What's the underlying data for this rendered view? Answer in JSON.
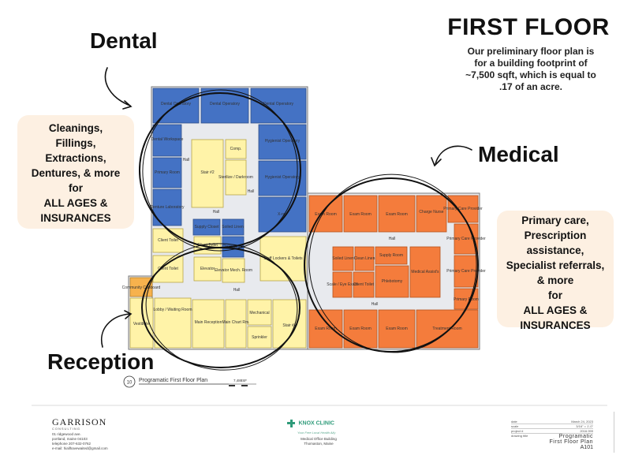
{
  "title": "FIRST FLOOR",
  "subtitle": [
    "Our preliminary floor plan is",
    "for a building footprint of",
    "~7,500 sqft, which is equal to",
    ".17 of an acre."
  ],
  "sections": {
    "dental": {
      "label": "Dental",
      "services": [
        "Cleanings,",
        "Fillings,",
        "Extractions,",
        "Dentures, & more",
        "for",
        "ALL AGES &",
        "INSURANCES"
      ]
    },
    "medical": {
      "label": "Medical",
      "services": [
        "Primary care,",
        "Prescription",
        "assistance,",
        "Specialist referrals,",
        "& more",
        "for",
        "ALL AGES &",
        "INSURANCES"
      ]
    },
    "reception": {
      "label": "Reception"
    }
  },
  "plan": {
    "caption_number": "10",
    "caption": "Programatic First Floor Plan",
    "area": "7,488SF",
    "colors": {
      "dental": "#4472c4",
      "medical": "#f47c3c",
      "common": "#fff3a8",
      "circulation": "#e8eaee",
      "community": "#f7b24d"
    },
    "rooms": {
      "dental_op_1": "Dental Operatory",
      "dental_op_2": "Dental Operatory",
      "dental_op_3": "Dental Operatory",
      "dental_workspace": "Dental Workspace",
      "hygienist_op_1": "Hygienist Operatory",
      "hygienist_op_2": "Hygienist Operatory",
      "primary_room_dental": "Primary Room",
      "denture_lab": "Denture Laboratory",
      "stair_2": "Stair #2",
      "comp": "Comp.",
      "sterilize": "Sterilize / Darkroom",
      "supply_closet": "Supply Closet",
      "soiled_linen": "Soiled Linen",
      "clean_linen": "Clean Linen",
      "x_ray": "X-ray",
      "hall_1": "Hall",
      "hall_2": "Hall",
      "hall_3": "Hall",
      "hall_4": "Hall",
      "hall_5": "Hall",
      "hall_6": "Hall",
      "client_toilet_1": "Client Toilet",
      "client_toilet_2": "Client Toilet",
      "client_toilet_3": "Client Toilet",
      "elevator": "Elevator",
      "elevator_mech": "Elevator Mech. Room",
      "staff_lockers": "Staff Lockers & Toilets",
      "community_cupboard": "Community Cupboard",
      "lobby": "Lobby / Waiting Room",
      "vestibule": "Vestibule",
      "main_reception": "Main Reception",
      "main_chart": "Main Chart Rm.",
      "mechanical": "Mechanical",
      "sprinkler": "Sprinkler",
      "stair_1": "Stair #1",
      "exam_1": "Exam Room",
      "exam_2": "Exam Room",
      "exam_3": "Exam Room",
      "exam_4": "Exam Room",
      "exam_5": "Exam Room",
      "exam_6": "Exam Room",
      "charge_nurse": "Charge Nurse",
      "pcp_1": "Primary Care Provider",
      "pcp_2": "Primary Care Provider",
      "pcp_3": "Primary Care Provider",
      "primary_room_med": "Primary Room",
      "soiled_linen_med": "Soiled Linen",
      "clean_linen_med": "Clean Linen",
      "supply_room": "Supply Room",
      "medical_assist": "Medical Assist's",
      "scale_eye": "Scale / Eye Exam",
      "client_toilet_med": "Client Toilet",
      "phlebotomy": "Phlebotomy",
      "treatment": "Treatment Room"
    }
  },
  "footer": {
    "firm": "GARRISON",
    "firm_sub": "CONSULTING",
    "firm_contact": [
      "01 ridgewood ave.",
      "portland, maine 04103",
      "telephone 207-632-0762",
      "e-mail: hiallhavewaited@gmail.com"
    ],
    "clinic": "KNOX CLINIC",
    "clinic_tag": "Your Free Local Health Ally",
    "clinic_project": [
      "Medical Office Building",
      "Thomaston, Maine"
    ],
    "meta": [
      {
        "label": "date",
        "value": "March 24, 2023"
      },
      {
        "label": "scale",
        "value": "3/16\" = 1'-0\""
      },
      {
        "label": "project #",
        "value": "2016.999"
      },
      {
        "label": "drawing title",
        "value": "Programatic First Floor Plan"
      }
    ],
    "sheet": "A101"
  }
}
